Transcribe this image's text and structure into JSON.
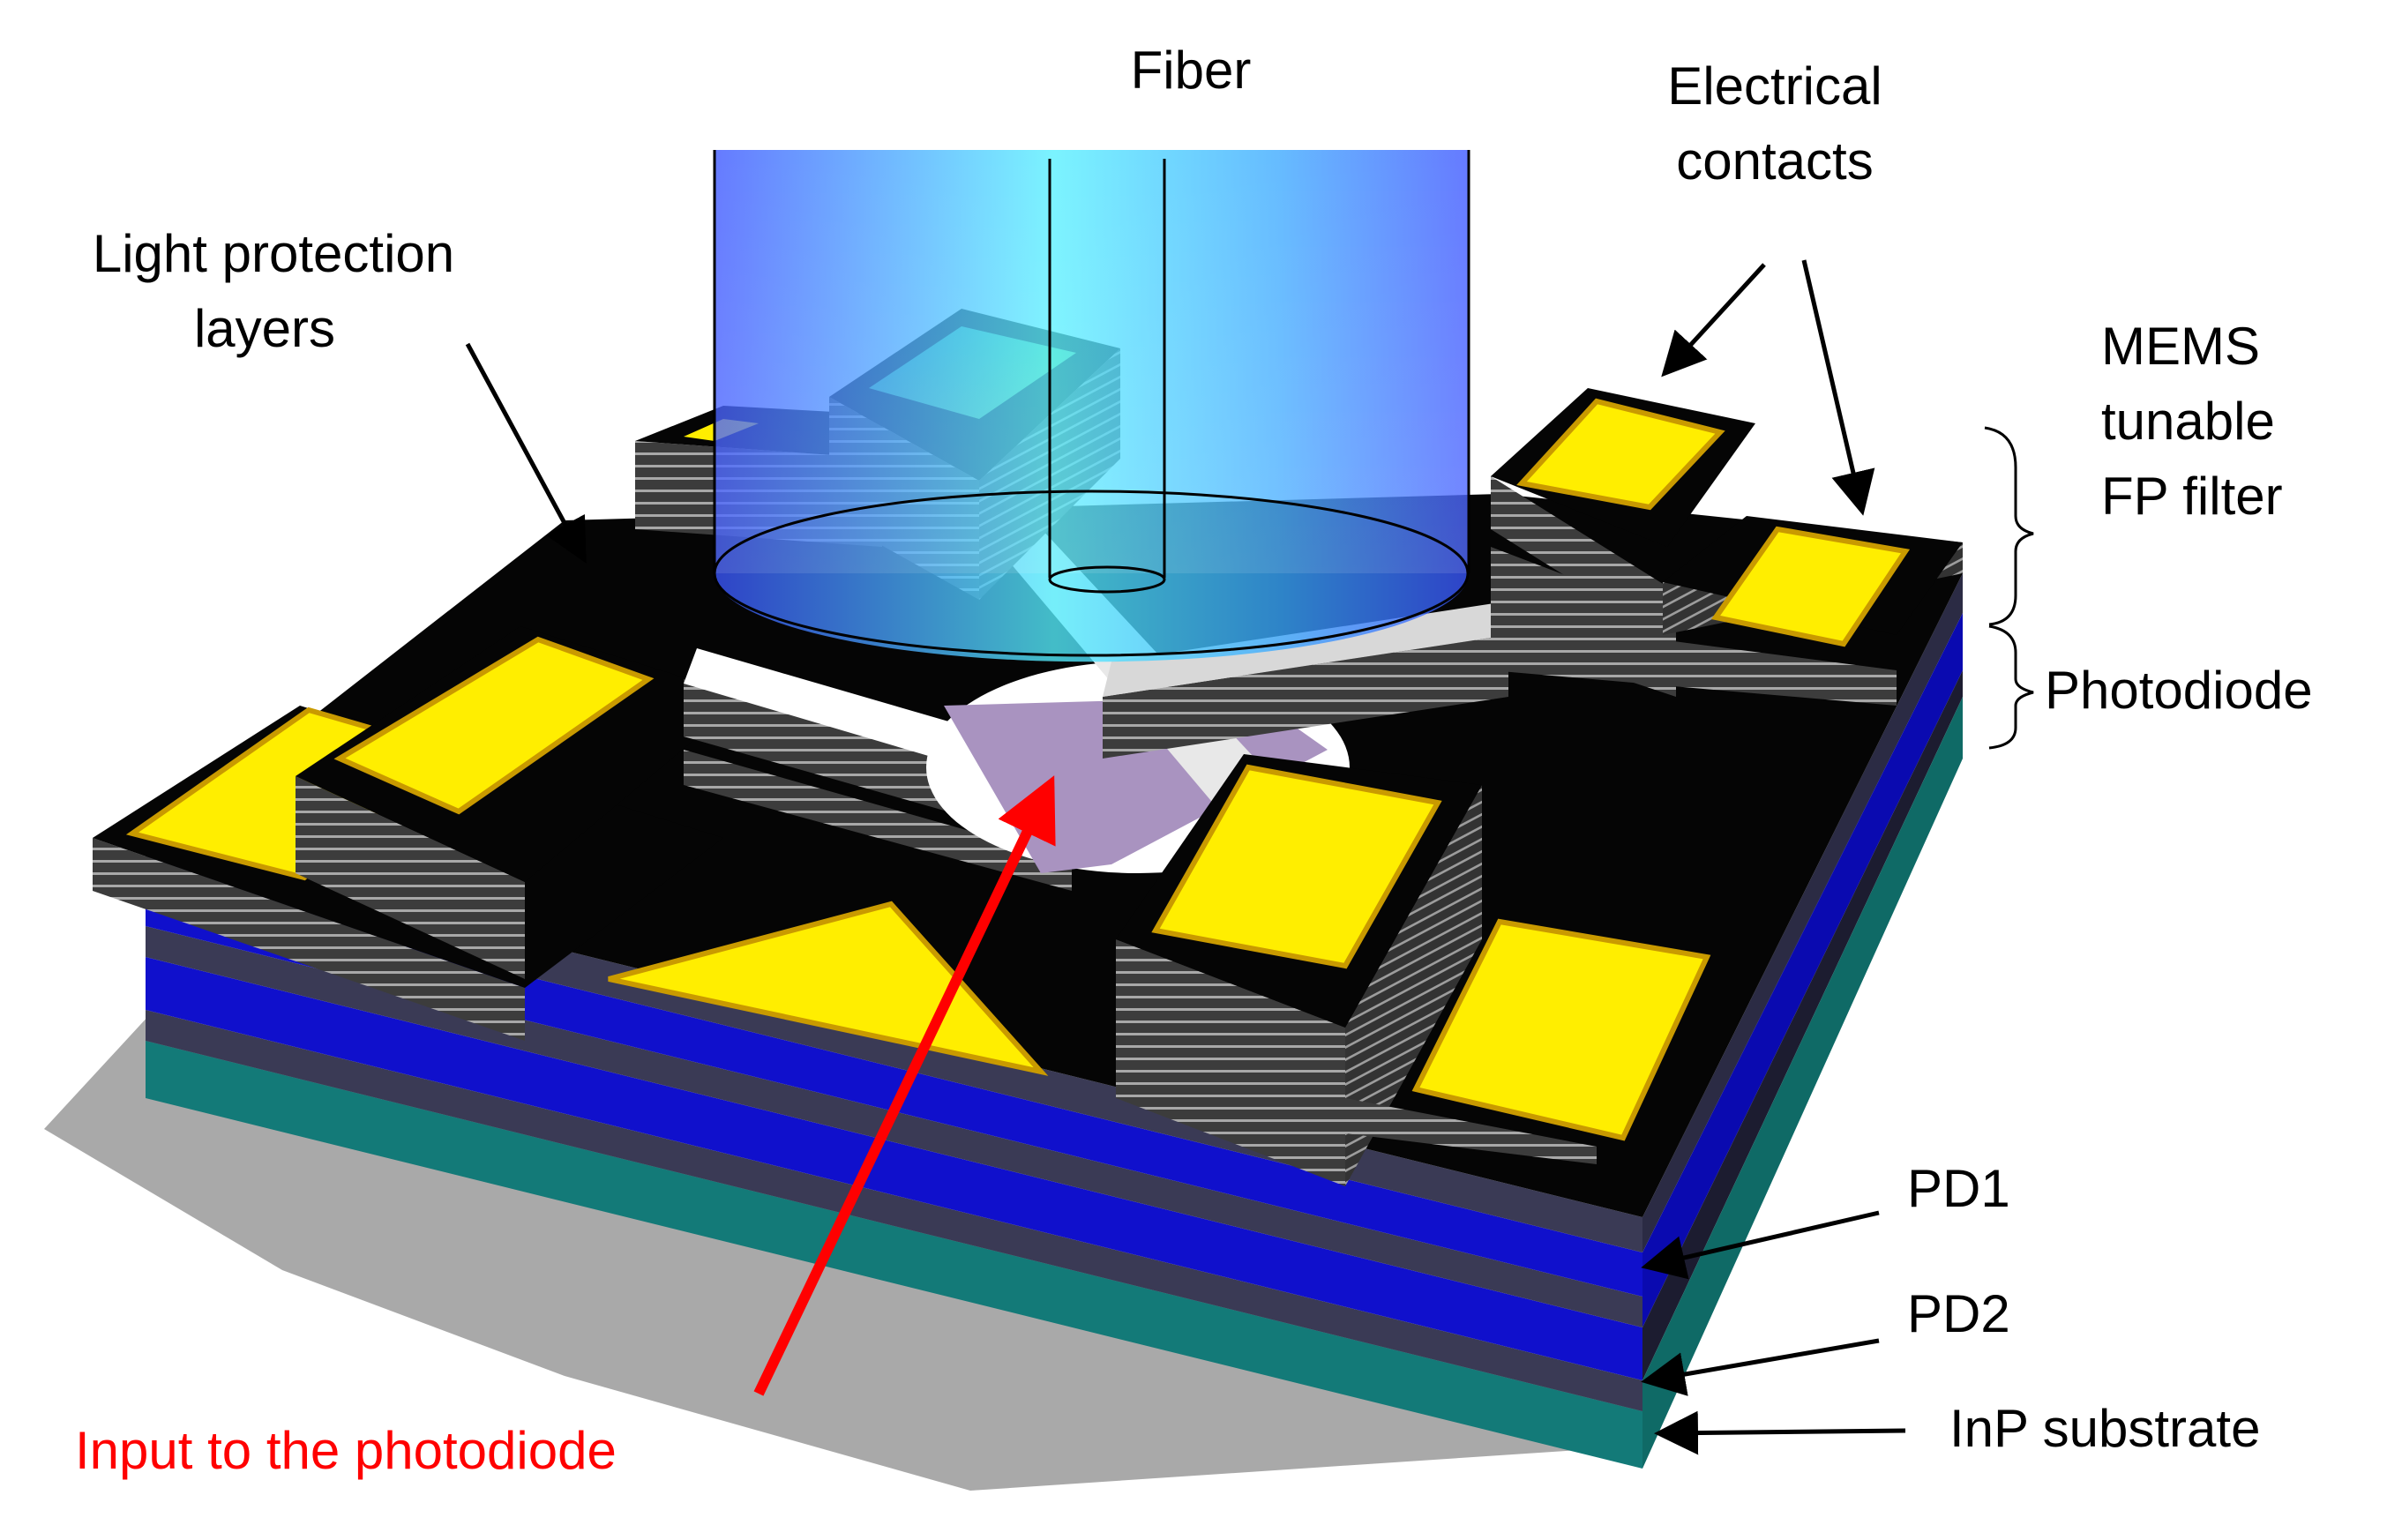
{
  "labels": {
    "fiber": "Fiber",
    "electrical_line1": "Electrical",
    "electrical_line2": "contacts",
    "light_line1": "Light protection",
    "light_line2": "layers",
    "mems_line1": "MEMS",
    "mems_line2": "tunable",
    "mems_line3": "FP filter",
    "photodiode": "Photodiode",
    "pd1": "PD1",
    "pd2": "PD2",
    "inp_substrate": "InP substrate",
    "input": "Input to the photodiode"
  },
  "colors": {
    "pad": "#ffee00",
    "pad_edge": "#c99a00",
    "stack_dark": "#3c3c3c",
    "stack_light": "#a8a8a8",
    "pd_gray": "#3a3a55",
    "pd_blue": "#1010cc",
    "substrate_teal": "#137a78",
    "top_black": "#050505",
    "aperture_purple": "#a993c0",
    "fiber_blue": "#3a6cff",
    "fiber_cyan": "#55f0ff",
    "input_arrow": "#ff0000"
  }
}
